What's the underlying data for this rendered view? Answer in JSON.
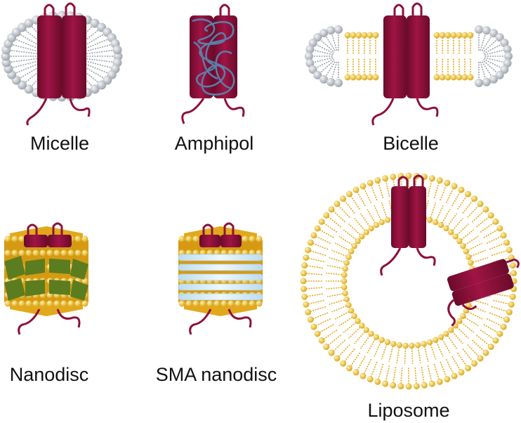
{
  "colors": {
    "protein": "#8e1039",
    "protein_dark": "#6a0b2a",
    "lipid_head": "#f2c12e",
    "lipid_tail": "#e2a81c",
    "detergent_head": "#c9ced6",
    "detergent_tail": "#9aa0a8",
    "amphipol": "#5a7fa8",
    "msp_belt": "#5b7d1f",
    "sma_band": "#d8ecf7"
  },
  "labels": {
    "micelle": "Micelle",
    "amphipol": "Amphipol",
    "bicelle": "Bicelle",
    "nanodisc": "Nanodisc",
    "sma_nanodisc": "SMA nanodisc",
    "liposome": "Liposome"
  }
}
